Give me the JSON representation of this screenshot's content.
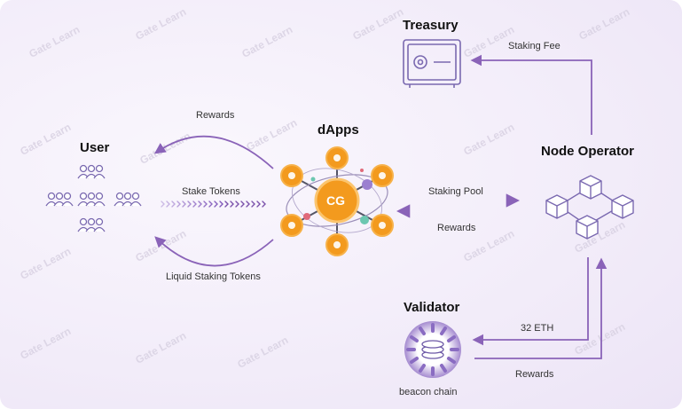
{
  "titles": {
    "treasury": "Treasury",
    "user": "User",
    "dapps": "dApps",
    "node_operator": "Node Operator",
    "validator": "Validator"
  },
  "edges": {
    "staking_fee": "Staking Fee",
    "rewards_top": "Rewards",
    "stake_tokens": "Stake Tokens",
    "liquid_staking_tokens": "Liquid Staking Tokens",
    "staking_pool": "Staking Pool",
    "rewards_mid": "Rewards",
    "eth_32": "32 ETH",
    "rewards_bottom": "Rewards"
  },
  "validator_caption": "beacon chain",
  "dapps_logo": "CG",
  "watermark": "Gate Learn",
  "colors": {
    "accent": "#7b52ab",
    "arrow": "#8a63b8",
    "orange": "#f39a1e",
    "outline": "#7a69b0"
  }
}
